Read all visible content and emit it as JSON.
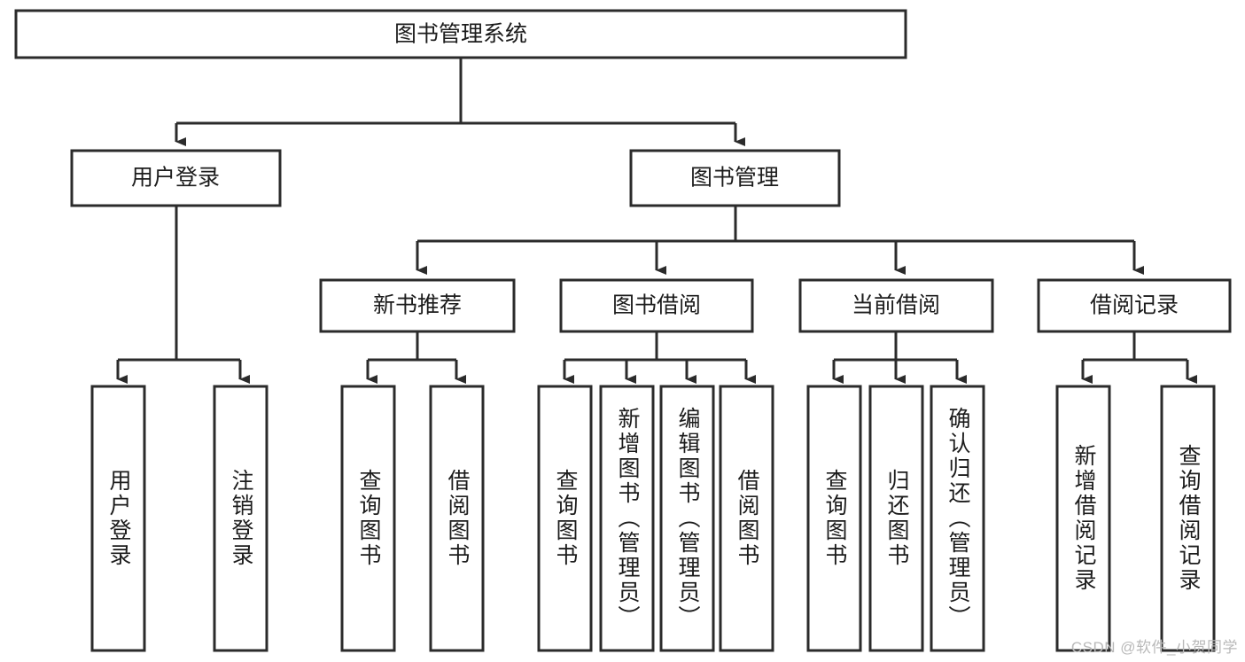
{
  "diagram": {
    "type": "tree-hierarchy",
    "title": "图书管理系统",
    "root": {
      "label": "图书管理系统"
    },
    "level2": [
      {
        "label": "用户登录"
      },
      {
        "label": "图书管理"
      }
    ],
    "level3": [
      {
        "label": "新书推荐"
      },
      {
        "label": "图书借阅"
      },
      {
        "label": "当前借阅"
      },
      {
        "label": "借阅记录"
      }
    ],
    "leaves": {
      "user_login": [
        {
          "label": "用户登录"
        },
        {
          "label": "注销登录"
        }
      ],
      "new_book_recommend": [
        {
          "label": "查询图书"
        },
        {
          "label": "借阅图书"
        }
      ],
      "book_borrow": [
        {
          "label": "查询图书"
        },
        {
          "label": "新增图书（管理员）"
        },
        {
          "label": "编辑图书（管理员）"
        },
        {
          "label": "借阅图书"
        }
      ],
      "current_borrow": [
        {
          "label": "查询图书"
        },
        {
          "label": "归还图书"
        },
        {
          "label": "确认归还（管理员）"
        }
      ],
      "borrow_record": [
        {
          "label": "新增借阅记录"
        },
        {
          "label": "查询借阅记录"
        }
      ]
    }
  },
  "watermark": {
    "text": "CSDN @软件_小贺同学"
  },
  "colors": {
    "stroke": "#2b2b2b",
    "fill": "#ffffff",
    "text": "#1c1c1c",
    "watermark": "#b9b9b9",
    "background": "#ffffff"
  }
}
